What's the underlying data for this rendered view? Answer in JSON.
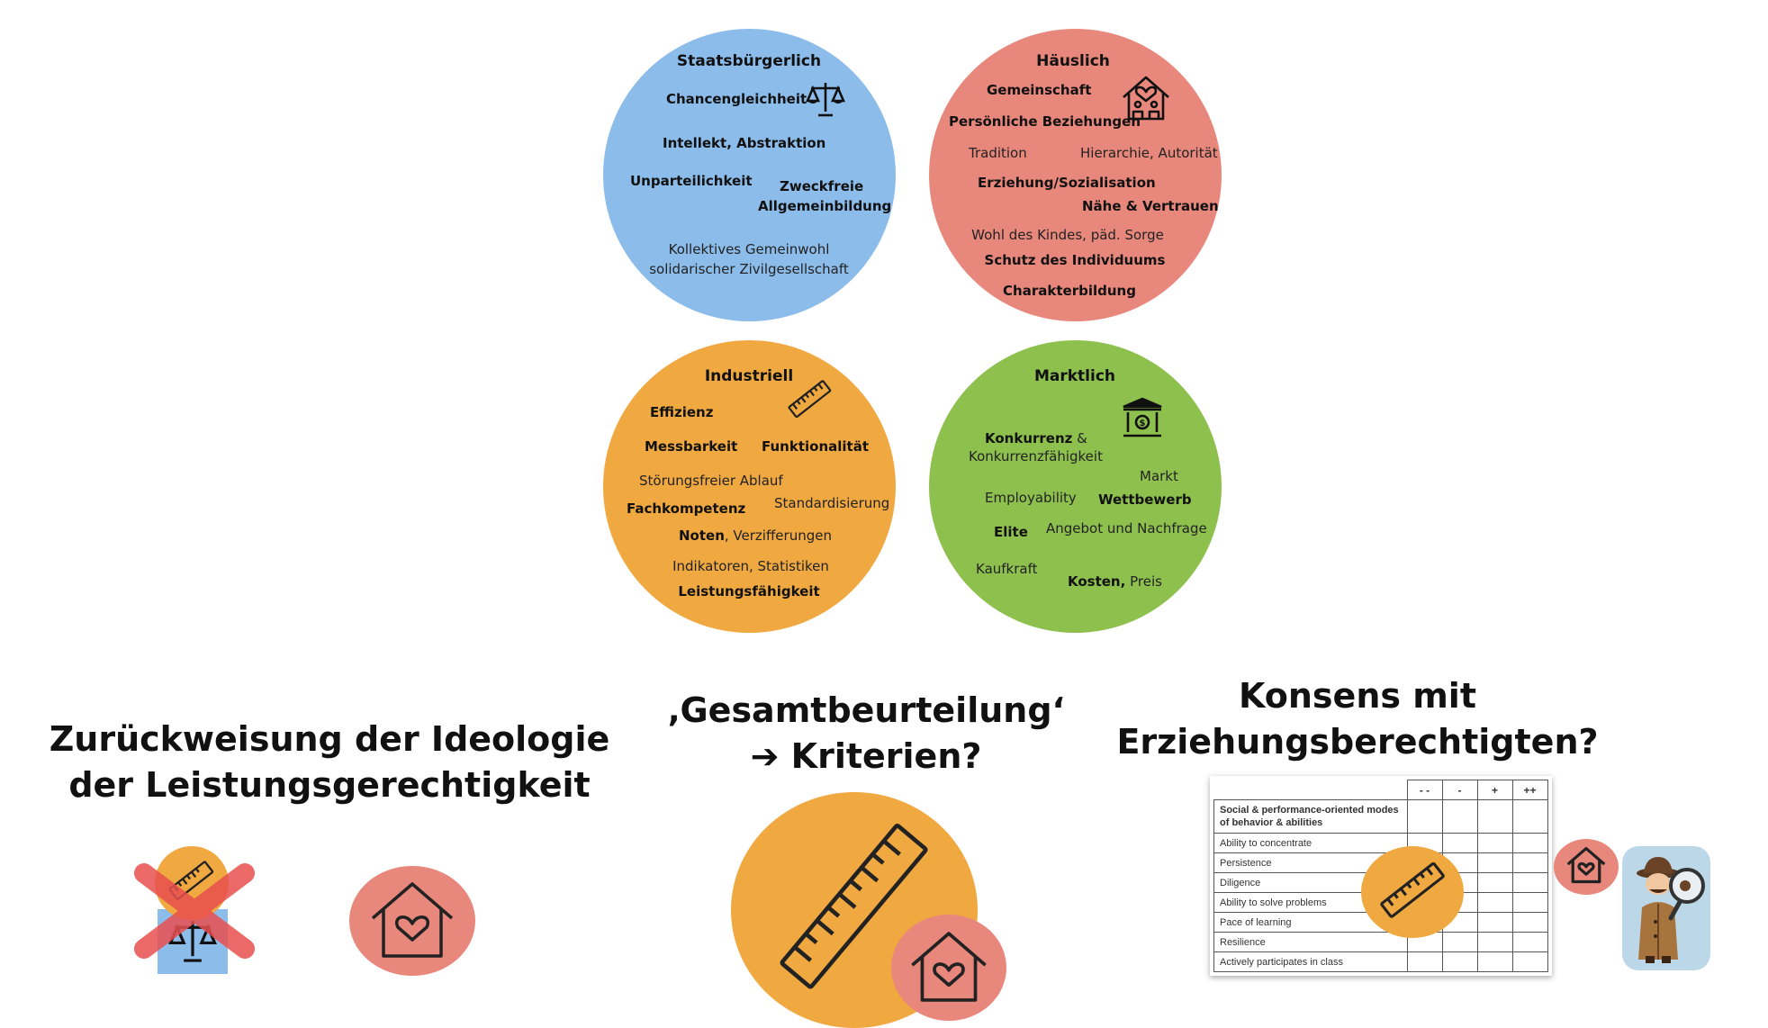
{
  "circles": {
    "staatsbuergerlich": {
      "title": "Staatsbürgerlich",
      "chancen": "Chancengleichheit",
      "intellekt": "Intellekt, Abstraktion",
      "unpart": "Unparteilichkeit",
      "zweck1": "Zweckfreie",
      "zweck2": "Allgemeinbildung",
      "kollektiv1": "Kollektives Gemeinwohl",
      "kollektiv2": "solidarischer Zivilgesellschaft",
      "color": "#8cbcea"
    },
    "haeuslich": {
      "title": "Häuslich",
      "gemeinschaft": "Gemeinschaft",
      "beziehungen": "Persönliche Beziehungen",
      "tradition": "Tradition",
      "hierarchie": "Hierarchie, Autorität",
      "erziehung": "Erziehung/Sozialisation",
      "naehe": "Nähe & Vertrauen",
      "wohl": "Wohl des Kindes, päd. Sorge",
      "schutz": "Schutz des Individuums",
      "charakter": "Charakterbildung",
      "color": "#e8877c"
    },
    "industriell": {
      "title": "Industriell",
      "effizienz": "Effizienz",
      "messbarkeit": "Messbarkeit",
      "funktion": "Funktionalität",
      "stoerung": "Störungsfreier Ablauf",
      "fach": "Fachkompetenz",
      "standard": "Standardisierung",
      "noten_b": "Noten",
      "noten_r": ", Verzifferungen",
      "indikatoren": "Indikatoren, Statistiken",
      "leistung": "Leistungsfähigkeit",
      "color": "#f0a840"
    },
    "marktlich": {
      "title": "Marktlich",
      "konkurrenz_b": "Konkurrenz",
      "konkurrenz_r": " &",
      "konkurrenz2": "Konkurrenzfähigkeit",
      "markt": "Markt",
      "employ": "Employability",
      "wettbewerb": "Wettbewerb",
      "elite": "Elite",
      "angebot": "Angebot und Nachfrage",
      "kaufkraft": "Kaufkraft",
      "kosten_b": "Kosten,",
      "kosten_r": " Preis",
      "color": "#8ec04e"
    }
  },
  "bottom": {
    "left_title_1": "Zurückweisung der Ideologie",
    "left_title_2": "der Leistungsgerechtigkeit",
    "mid_title_1": "‚Gesamtbeurteilung‘",
    "mid_title_2": "➔ Kriterien?",
    "right_title_1": "Konsens mit",
    "right_title_2": "Erziehungsberechtigten?"
  },
  "table": {
    "cols": [
      "- -",
      "-",
      "+",
      "++"
    ],
    "rows": [
      "Social & performance-oriented modes of behavior & abilities",
      "Ability to concentrate",
      "Persistence",
      "Diligence",
      "Ability to solve problems",
      "Pace of learning",
      "Resilience",
      "Actively participates in class"
    ]
  },
  "icons": [
    "scales-icon",
    "house-heart-icon",
    "ruler-icon",
    "bank-icon",
    "detective-icon",
    "cross-icon"
  ]
}
